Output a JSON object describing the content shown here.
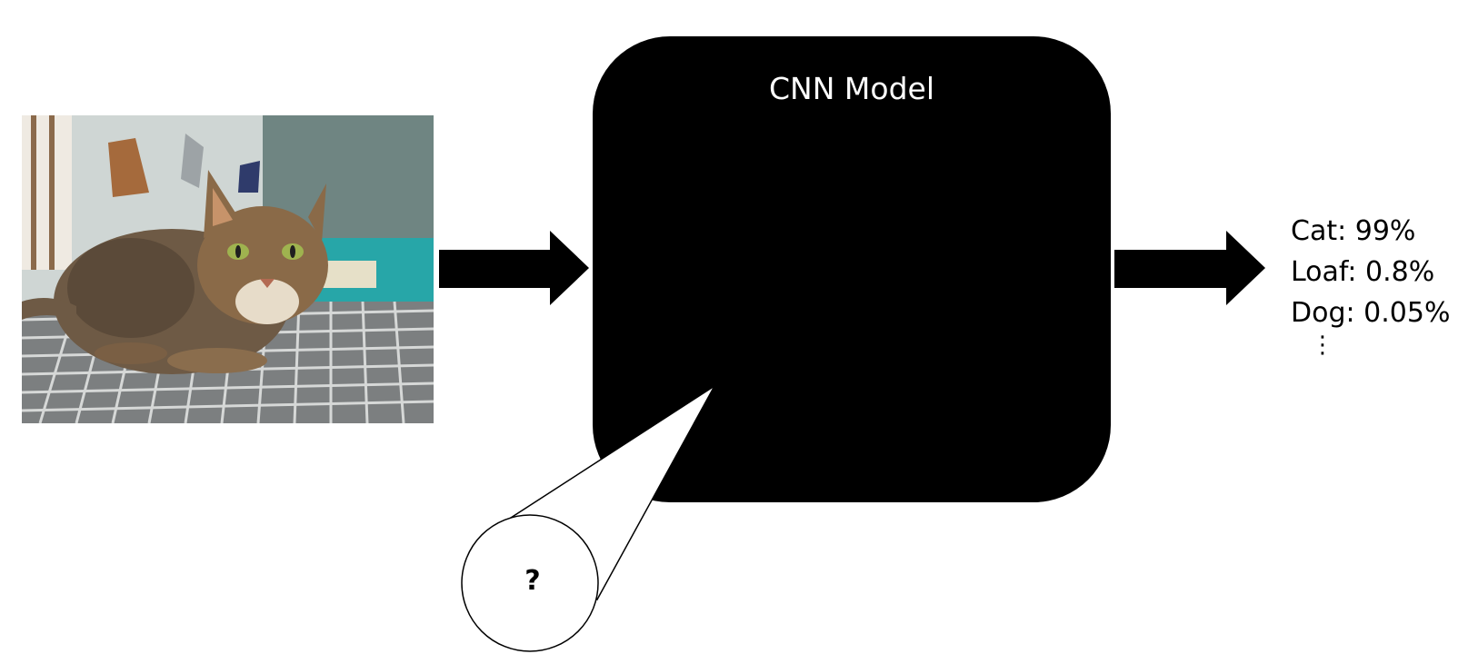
{
  "model": {
    "title": "CNN Model"
  },
  "hidden_layer": {
    "label": "?"
  },
  "input_image": {
    "subject": "cat photo"
  },
  "predictions": [
    {
      "text": "Cat: 99%"
    },
    {
      "text": "Loaf: 0.8%"
    },
    {
      "text": "Dog: 0.05%"
    }
  ],
  "predictions_more": "⋮",
  "colors": {
    "model_fill": "#000000",
    "arrow_fill": "#000000",
    "background": "#ffffff"
  }
}
